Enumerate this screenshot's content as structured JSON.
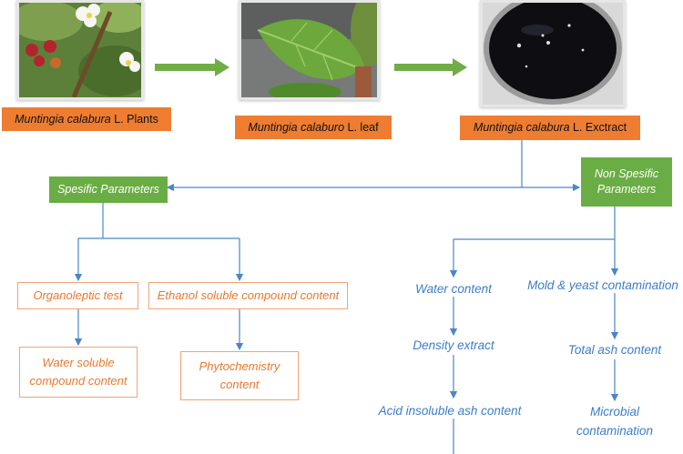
{
  "top": {
    "plants_label_italic": "Muntingia calabura",
    "plants_label_rest": " L. Plants",
    "leaf_label_italic": "Muntingia calaburo",
    "leaf_label_rest": " L. leaf",
    "extract_label_italic": "Muntingia calabura",
    "extract_label_rest": " L. Exctract"
  },
  "spesific": {
    "title": "Spesific Parameters",
    "organoleptic": "Organoleptic test",
    "ethanol": "Ethanol soluble compound content",
    "water_soluble_line1": "Water soluble",
    "water_soluble_line2": "compound content",
    "phyto_line1": "Phytochemistry",
    "phyto_line2": "content"
  },
  "non_spesific": {
    "title_line1": "Non Spesific",
    "title_line2": "Parameters",
    "water_content": "Water content",
    "density": "Density extract",
    "acid_ash": "Acid insoluble ash content",
    "mold": "Mold & yeast contamination",
    "total_ash": "Total ash content",
    "microbial_line1": "Microbial",
    "microbial_line2": "contamination"
  },
  "colors": {
    "orange": "#ee7d31",
    "green": "#6aad45",
    "blue_line": "#4a86c8",
    "arrow_green": "#70ad47"
  }
}
